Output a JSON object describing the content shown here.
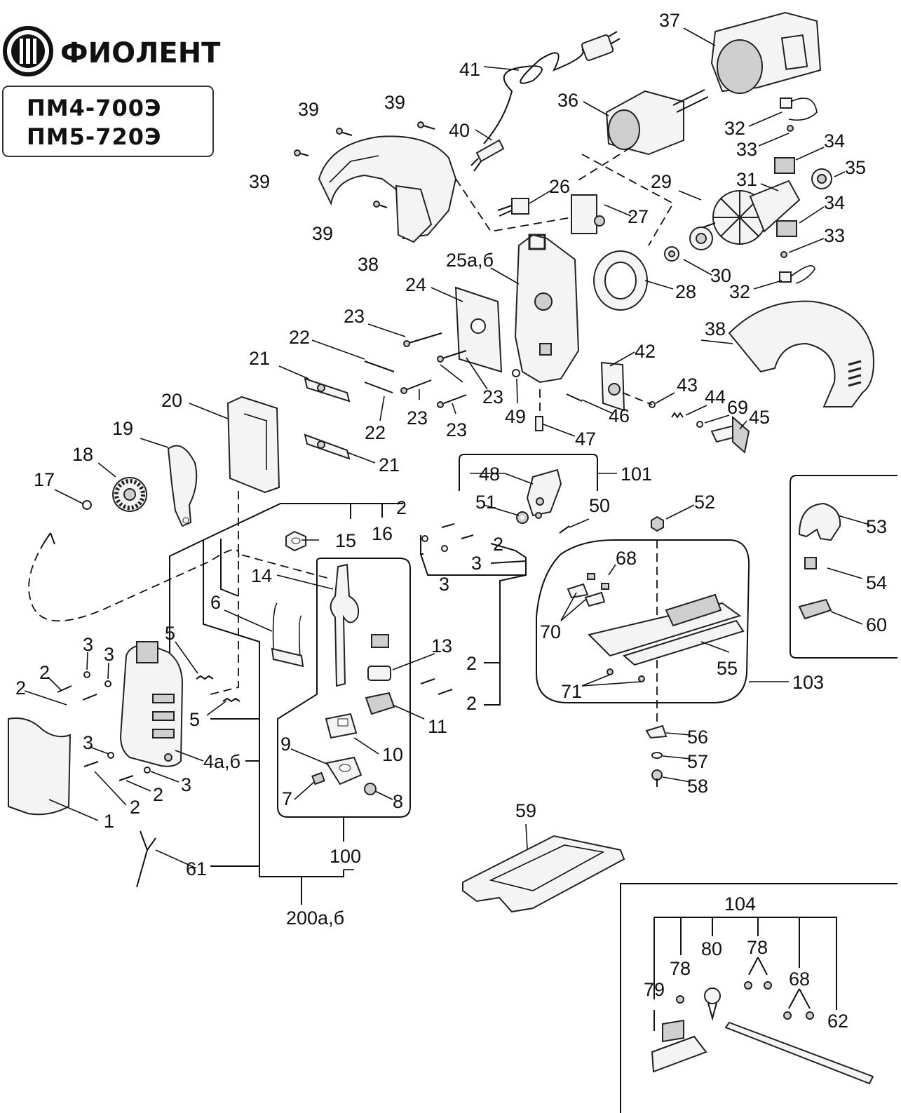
{
  "brand": {
    "name": "ФИОЛЕНТ",
    "logo_icon": "fiolent-logo-icon"
  },
  "models": [
    "ПМ4-700Э",
    "ПМ5-720Э"
  ],
  "part_labels": {
    "p1": "1",
    "p2": "2",
    "p3": "3",
    "p4": "4а,б",
    "p5": "5",
    "p6": "6",
    "p7": "7",
    "p8": "8",
    "p9": "9",
    "p10": "10",
    "p11": "11",
    "p13": "13",
    "p14": "14",
    "p15": "15",
    "p16": "16",
    "p17": "17",
    "p18": "18",
    "p19": "19",
    "p20": "20",
    "p21": "21",
    "p22": "22",
    "p23": "23",
    "p24": "24",
    "p25": "25а,б",
    "p26": "26",
    "p27": "27",
    "p28": "28",
    "p29": "29",
    "p30": "30",
    "p31": "31",
    "p32": "32",
    "p33": "33",
    "p34": "34",
    "p35": "35",
    "p36": "36",
    "p37": "37",
    "p38": "38",
    "p39": "39",
    "p40": "40",
    "p41": "41",
    "p42": "42",
    "p43": "43",
    "p44": "44",
    "p45": "45",
    "p46": "46",
    "p47": "47",
    "p48": "48",
    "p49": "49",
    "p50": "50",
    "p51": "51",
    "p52": "52",
    "p53": "53",
    "p54": "54",
    "p55": "55",
    "p56": "56",
    "p57": "57",
    "p58": "58",
    "p59": "59",
    "p60": "60",
    "p61": "61",
    "p62": "62",
    "p68": "68",
    "p69": "69",
    "p70": "70",
    "p71": "71",
    "p78": "78",
    "p79": "79",
    "p80": "80",
    "p100": "100",
    "p101": "101",
    "p103": "103",
    "p104": "104",
    "p200": "200а,б"
  }
}
